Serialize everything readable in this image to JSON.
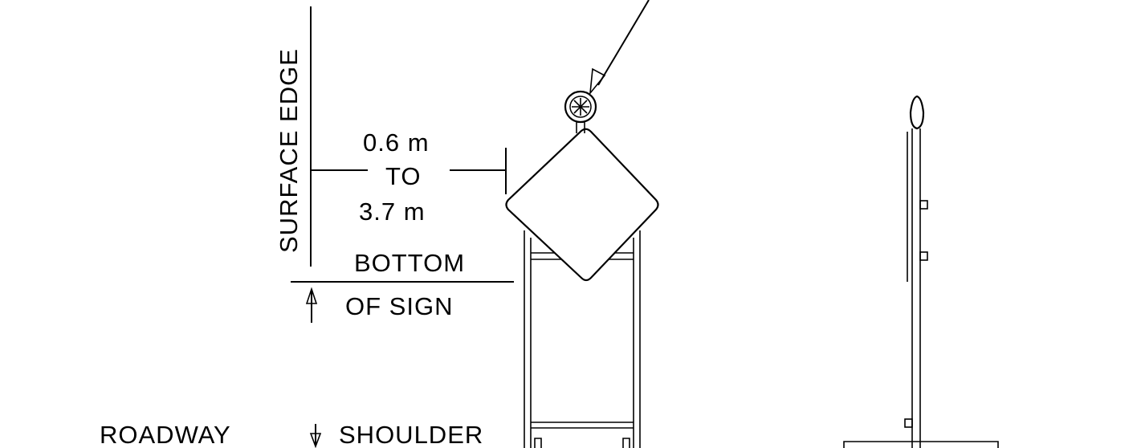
{
  "labels": {
    "surface_edge": "SURFACE EDGE",
    "dim_top": "0.6  m",
    "dim_mid": "TO",
    "dim_bottom": "3.7  m",
    "bottom": "BOTTOM",
    "of_sign": "OF SIGN",
    "roadway": "ROADWAY",
    "shoulder": "SHOULDER"
  },
  "colors": {
    "ink": "#000000",
    "paper": "#ffffff"
  }
}
